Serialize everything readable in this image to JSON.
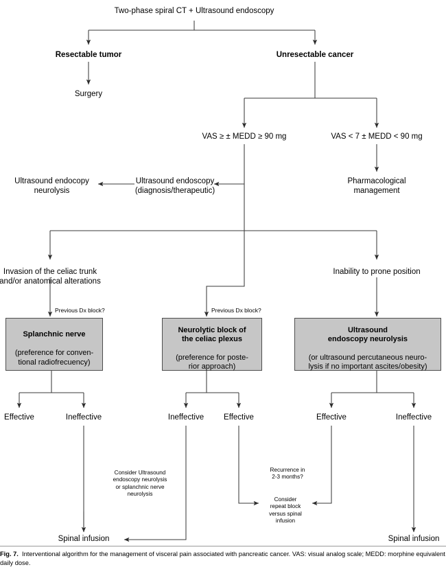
{
  "figure": {
    "label": "Fig. 7.",
    "caption": "Interventional algorithm for the management of visceral pain associated with pancreatic cancer. VAS: visual analog scale; MEDD: morphine equivalent daily dose.",
    "colors": {
      "box_fill": "#c6c6c6",
      "box_border": "#4d4d4d",
      "line": "#3a3a3a",
      "text": "#000000",
      "background": "#ffffff"
    }
  },
  "nodes": {
    "root": "Two-phase spiral CT + Ultrasound endoscopy",
    "resectable": "Resectable tumor",
    "unresectable": "Unresectable cancer",
    "surgery": "Surgery",
    "vas_high": "VAS ≥ ± MEDD ≥ 90 mg",
    "vas_low": "VAS < 7 ± MEDD < 90 mg",
    "us_endoscopy": "Ultrasound endoscopy\n(diagnosis/therapeutic)",
    "us_neurolysis": "Ultrasound endocopy\nneurolysis",
    "pharmacological": "Pharmacological\nmanagement",
    "invasion": "Invasion of the celiac trunk\nand/or anatomical alterations",
    "prone": "Inability to prone position",
    "dx_block_left": "Previous Dx block?",
    "dx_block_mid": "Previous Dx block?",
    "consider_us": "Consider Ultrasound\nendoscopy neurolysis\nor splanchnic nerve\nneurolysis",
    "recurrence": "Recurrence in\n2-3 months?",
    "consider_repeat": "Consider\nrepeat block\nversus spinal\ninfusion",
    "spinal_left": "Spinal infusion",
    "spinal_right": "Spinal infusion"
  },
  "boxes": [
    {
      "id": "splanchnic-nerve-box",
      "bold": "Splanchnic nerve",
      "detail": "(preference for conven-\ntional radiofrecuency)"
    },
    {
      "id": "neurolytic-block-box",
      "bold": "Neurolytic block of\nthe celiac plexus",
      "detail": "(preference for poste-\nrior approach)"
    },
    {
      "id": "ultrasound-endoscopy-box",
      "bold": "Ultrasound\nendoscopy neurolysis",
      "detail": "(or ultrasound percutaneous neuro-\nlysis if no important ascites/obesity)"
    }
  ],
  "outcomes": {
    "left": [
      "Effective",
      "Ineffective"
    ],
    "middle": [
      "Ineffective",
      "Effective"
    ],
    "right": [
      "Effective",
      "Ineffective"
    ]
  }
}
